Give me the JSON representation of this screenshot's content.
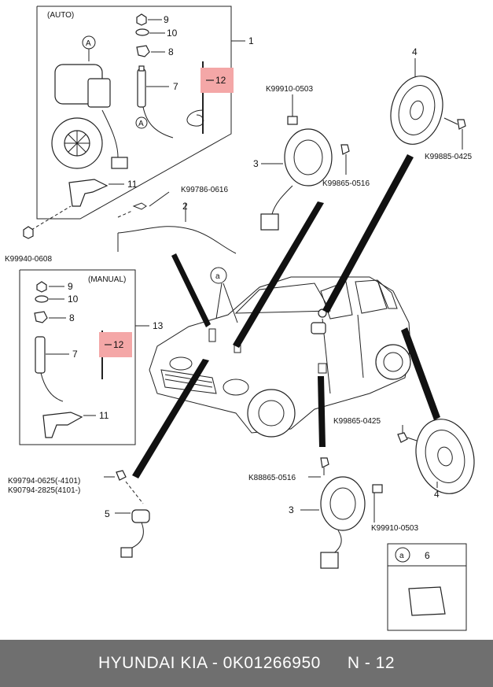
{
  "auto_box": {
    "title": "(AUTO)",
    "group_number": "1",
    "callouts": [
      "9",
      "10",
      "8",
      "7",
      "11"
    ],
    "highlight_part": "12",
    "connector_ref": "A"
  },
  "manual_box": {
    "title": "(MANUAL)",
    "group_number": "13",
    "callouts": [
      "9",
      "10",
      "8",
      "7",
      "11"
    ],
    "highlight_part": "12"
  },
  "part_labels": {
    "k99940": "K99940-0608",
    "k99786": "K99786-0616",
    "antenna_cable": "2",
    "speaker_rear": "4",
    "k99885_top": "K99885-0425",
    "k99910_top": "K99910-0503",
    "tweeter_top": "3",
    "k99865_top": "K99865-0516",
    "k99794": "K99794-0625(-4101)",
    "k90794": "K90794-2825(4101-)",
    "noise_filter": "5",
    "k99865_bottom": "K99865-0425",
    "k88865_bottom": "K88865-0516",
    "tweeter_bottom": "3",
    "speaker_front": "4",
    "k99910_bottom": "K99910-0503",
    "vehicle_callout": "a",
    "inset_letter": "a",
    "inset_number": "6"
  },
  "colors": {
    "highlight": "#f4a7a7",
    "footer_bg": "#6f6f6f",
    "line": "#222222"
  },
  "footer": {
    "brand": "HYUNDAI  KIA - 0K01266950",
    "page": "N - 12"
  }
}
